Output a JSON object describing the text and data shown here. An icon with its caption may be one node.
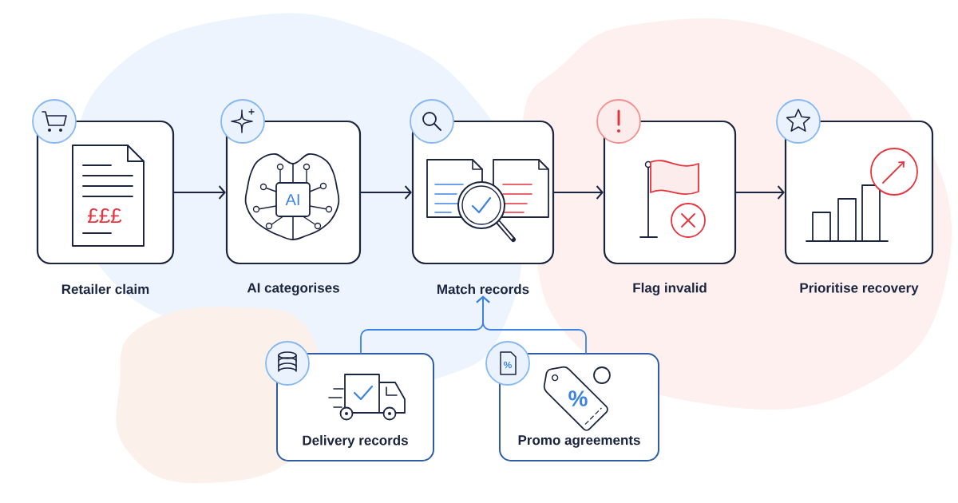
{
  "diagram": {
    "nodes": [
      {
        "text": [
          "Retailer claim"
        ]
      },
      {
        "text": [
          "AI categorises"
        ]
      },
      {
        "text": [
          "Match records"
        ]
      },
      {
        "text": [
          "Flag invalid"
        ]
      },
      {
        "text": [
          "Prioritise recovery"
        ]
      },
      {
        "text": [
          "Delivery records"
        ]
      },
      {
        "text": [
          "Promo agreements"
        ]
      }
    ],
    "edges": [
      {
        "from": 0,
        "to": 1,
        "arrow": "to"
      },
      {
        "from": 1,
        "to": 2,
        "arrow": "to"
      },
      {
        "from": 2,
        "to": 3,
        "arrow": "to"
      },
      {
        "from": 3,
        "to": 4,
        "arrow": "to"
      },
      {
        "from": 5,
        "to": 2,
        "arrow": "to",
        "color": "#3b82e8"
      },
      {
        "from": 6,
        "to": 2,
        "arrow": "to",
        "color": "#3b82e8"
      }
    ],
    "labels": [
      "£££",
      "AI",
      "%",
      "%"
    ]
  }
}
